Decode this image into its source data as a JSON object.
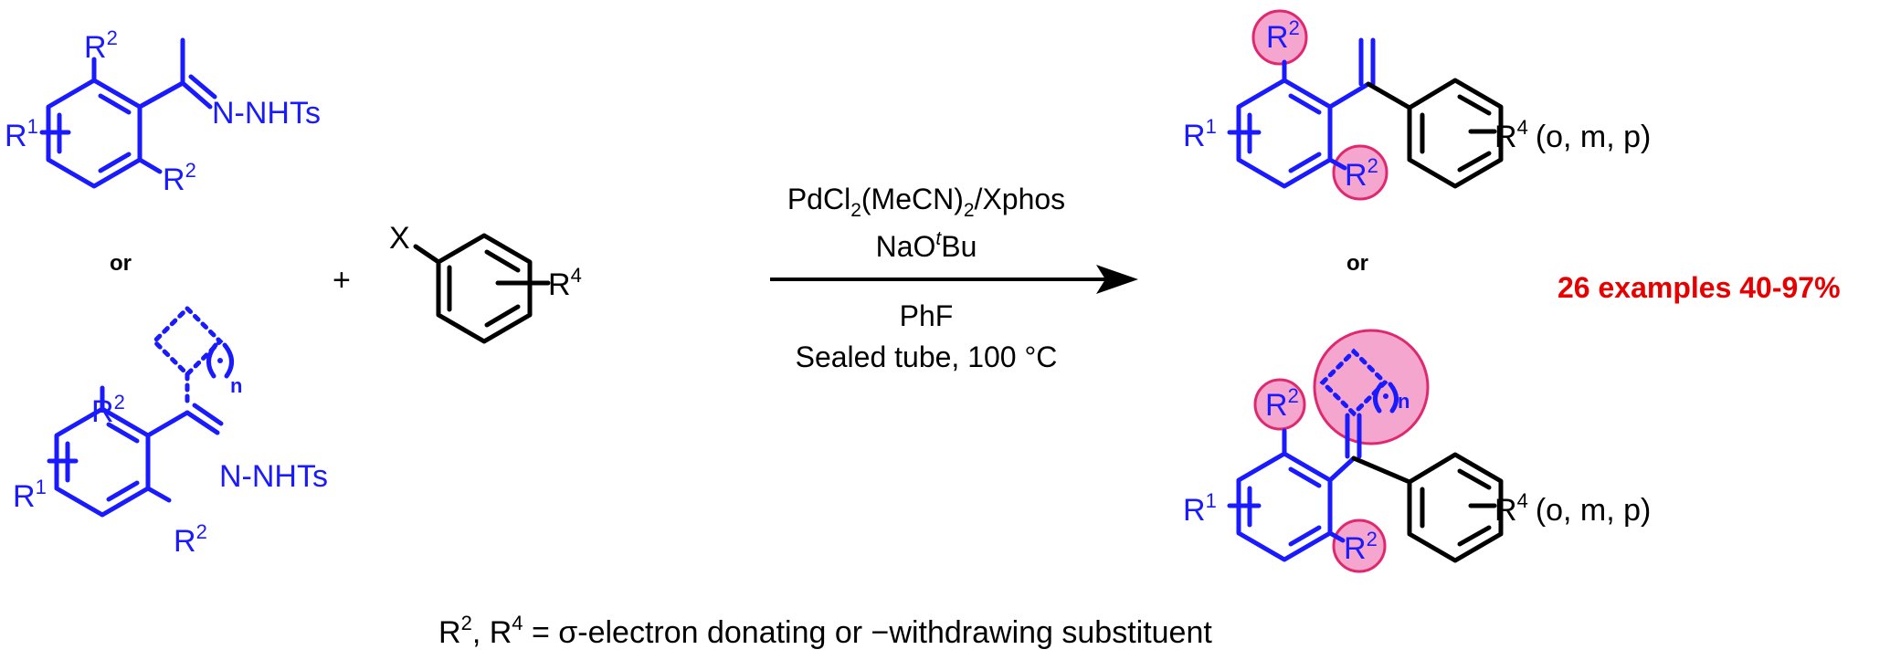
{
  "reactant1": {
    "r2_top": "R",
    "r2_top_sup": "2",
    "r1": "R",
    "r1_sup": "1",
    "r2_bottom": "R",
    "r2_bottom_sup": "2",
    "hydrazone": "N-NHTs"
  },
  "or_left": "or",
  "plus": "+",
  "reactant2": {
    "x": "X",
    "r4": "R",
    "r4_sup": "4"
  },
  "reactant1b": {
    "n": "n",
    "r2_top": "R",
    "r2_top_sup": "2",
    "r1": "R",
    "r1_sup": "1",
    "r2_bottom": "R",
    "r2_bottom_sup": "2",
    "hydrazone": "N-NHTs"
  },
  "conditions": {
    "line1_a": "PdCl",
    "line1_sub": "2",
    "line1_b": "(MeCN)",
    "line1_sub2": "2",
    "line1_c": "/Xphos",
    "line2_a": "NaO",
    "line2_sup": "t",
    "line2_b": "Bu",
    "line3": "PhF",
    "line4": "Sealed tube, 100 °C"
  },
  "product1": {
    "r2_top": "R",
    "r2_top_sup": "2",
    "r1": "R",
    "r1_sup": "1",
    "r2_bottom": "R",
    "r2_bottom_sup": "2",
    "r4": "R",
    "r4_sup": "4",
    "r4_pos": "(o, m, p)"
  },
  "or_right": "or",
  "examples": "26 examples 40-97%",
  "product2": {
    "n": "n",
    "r2_top": "R",
    "r2_top_sup": "2",
    "r1": "R",
    "r1_sup": "1",
    "r2_bottom": "R",
    "r2_bottom_sup": "2",
    "r4": "R",
    "r4_sup": "4",
    "r4_pos": "(o, m, p)"
  },
  "footnote": {
    "a": "R",
    "a_sup": "2",
    "b": ", R",
    "b_sup": "4",
    "c": " = σ-electron donating or −withdrawing substituent"
  },
  "colors": {
    "substrate": "#1a1aff",
    "highlight_fill": "#f4a6cf",
    "highlight_stroke": "#e0286e",
    "examples": "#e60000"
  }
}
